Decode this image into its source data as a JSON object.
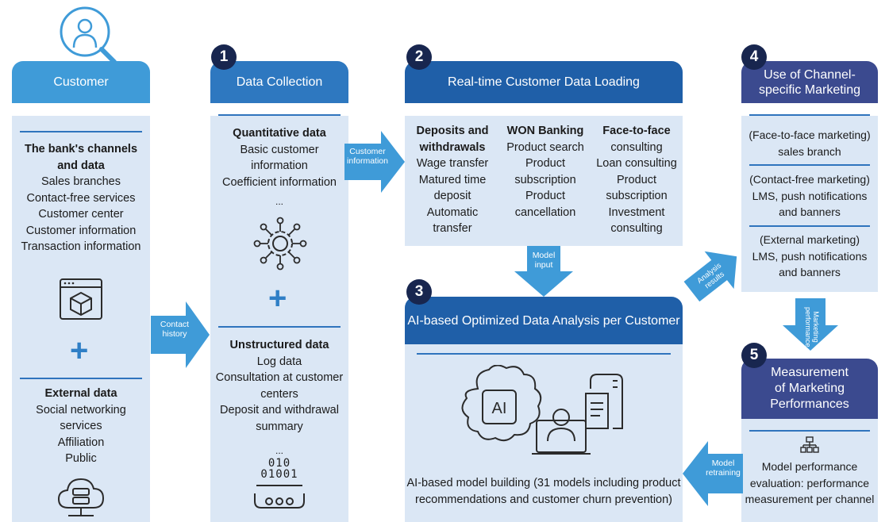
{
  "colors": {
    "panel_bg": "#dbe7f5",
    "header_light": "#3f9bd8",
    "header_mid": "#2e78c0",
    "header_dark": "#1f5fa8",
    "header_navy": "#3b4a8f",
    "badge": "#18264f",
    "arrow": "#3f9bd8",
    "icon_stroke": "#2b2b2b"
  },
  "customer": {
    "header": "Customer",
    "channels_title": [
      "The bank's channels",
      "and data"
    ],
    "channels_items": [
      "Sales branches",
      "Contact-free services",
      "Customer center",
      "Customer information",
      "Transaction information"
    ],
    "external_title": "External data",
    "external_items": [
      "Social networking",
      "services",
      "Affiliation",
      "Public"
    ]
  },
  "step1": {
    "number": "1",
    "header": "Data Collection",
    "quant_title": "Quantitative data",
    "quant_items": [
      "Basic customer",
      "information",
      "Coefficient information"
    ],
    "ellipsis": "...",
    "unstructured_title": "Unstructured data",
    "unstructured_items": [
      "Log data",
      "Consultation at customer",
      "centers",
      "Deposit and withdrawal",
      "summary"
    ],
    "binary_top": "010",
    "binary_bottom": "01001"
  },
  "step2": {
    "number": "2",
    "header": "Real-time Customer Data Loading",
    "col1_title": [
      "Deposits and",
      "withdrawals"
    ],
    "col1_items": [
      "Wage transfer",
      "Matured time",
      "deposit",
      "Automatic",
      "transfer"
    ],
    "col2_title": "WON Banking",
    "col2_items": [
      "Product search",
      "Product",
      "subscription",
      "Product",
      "cancellation"
    ],
    "col3_title": "Face-to-face",
    "col3_items": [
      "consulting",
      "Loan consulting",
      "Product",
      "subscription",
      "Investment",
      "consulting"
    ]
  },
  "step3": {
    "number": "3",
    "header": "AI-based Optimized Data Analysis per Customer",
    "ai_label": "AI",
    "caption": [
      "AI-based model building (31 models including product",
      "recommendations and customer churn prevention)"
    ]
  },
  "step4": {
    "number": "4",
    "header": [
      "Use of Channel-",
      "specific Marketing"
    ],
    "block1": [
      "(Face-to-face marketing)",
      "sales branch"
    ],
    "block2": [
      "(Contact-free marketing)",
      "LMS, push notifications",
      "and banners"
    ],
    "block3": [
      "(External marketing)",
      "LMS, push notifications",
      "and banners"
    ]
  },
  "step5": {
    "number": "5",
    "header": [
      "Measurement",
      "of Marketing",
      "Performances"
    ],
    "body": [
      "Model performance",
      "evaluation: performance",
      "measurement per channel"
    ]
  },
  "arrows": {
    "contact_history": [
      "Contact",
      "history"
    ],
    "customer_information": [
      "Customer",
      "information"
    ],
    "model_input": [
      "Model",
      "input"
    ],
    "analysis_results": [
      "Analysis",
      "results"
    ],
    "marketing_performance": [
      "Marketing",
      "performance"
    ],
    "model_retraining": [
      "Model",
      "retraining"
    ]
  }
}
